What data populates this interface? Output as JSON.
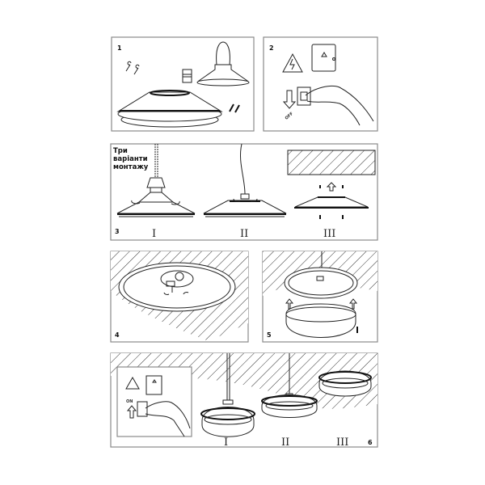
{
  "steps": [
    {
      "number": "1"
    },
    {
      "number": "2",
      "switch_label": "OFF"
    },
    {
      "number": "3",
      "caption_lines": [
        "Три",
        "варіанти",
        "монтажу"
      ],
      "variants": [
        "I",
        "II",
        "III"
      ]
    },
    {
      "number": "4"
    },
    {
      "number": "5"
    },
    {
      "number": "6",
      "switch_label": "ON",
      "variants": [
        "I",
        "II",
        "III"
      ]
    }
  ],
  "colors": {
    "line": "#222222",
    "frame": "#8a8a8a",
    "background": "#ffffff"
  }
}
